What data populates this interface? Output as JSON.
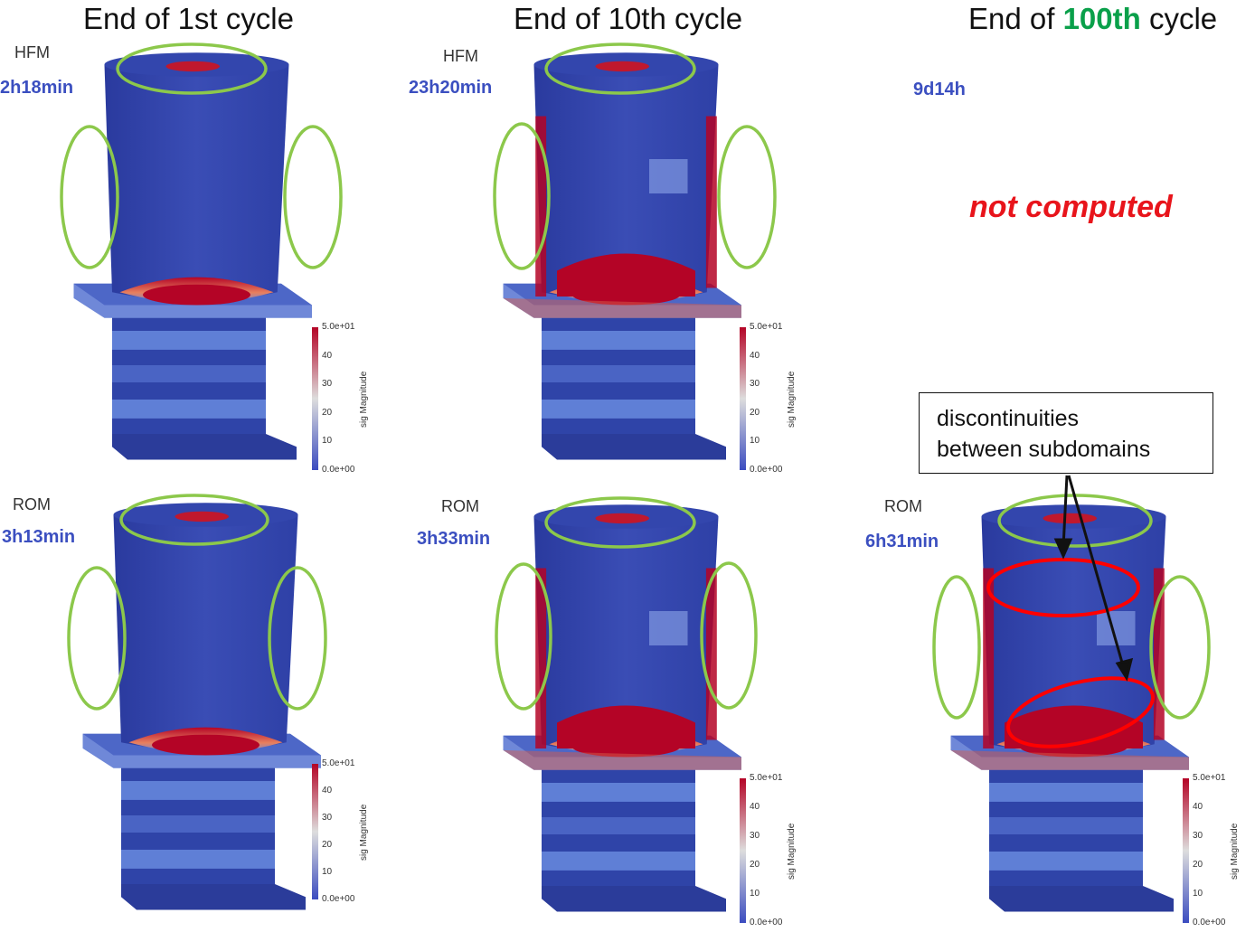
{
  "columns": [
    {
      "prefix": "End of ",
      "highlight": "",
      "suffix": "1st cycle",
      "highlight_color": ""
    },
    {
      "prefix": "End of ",
      "highlight": "",
      "suffix": "10th cycle",
      "highlight_color": ""
    },
    {
      "prefix": "End of ",
      "highlight": "100th",
      "suffix": " cycle",
      "highlight_color": "#0aa04a"
    }
  ],
  "rows": {
    "hfm_label": "HFM",
    "rom_label": "ROM"
  },
  "timings": {
    "hfm": [
      "2h18min",
      "23h20min",
      "9d14h"
    ],
    "rom": [
      "3h13min",
      "3h33min",
      "6h31min"
    ]
  },
  "not_computed": "not computed",
  "callout": {
    "line1": "discontinuities",
    "line2": "between subdomains"
  },
  "colorbar": {
    "title": "sig Magnitude",
    "ticks": [
      "5.0e+01",
      "40",
      "30",
      "20",
      "10",
      "0.0e+00"
    ],
    "range": [
      0,
      50
    ],
    "colormap": [
      "#3b4cc0",
      "#dddddd",
      "#b40426"
    ]
  },
  "colors": {
    "title_text": "#111111",
    "timing_text": "#3b4fc0",
    "highlight_green": "#0aa04a",
    "ellipse_green": "#8cc84b",
    "ellipse_red": "#ff0000",
    "not_computed": "#e8141b"
  }
}
